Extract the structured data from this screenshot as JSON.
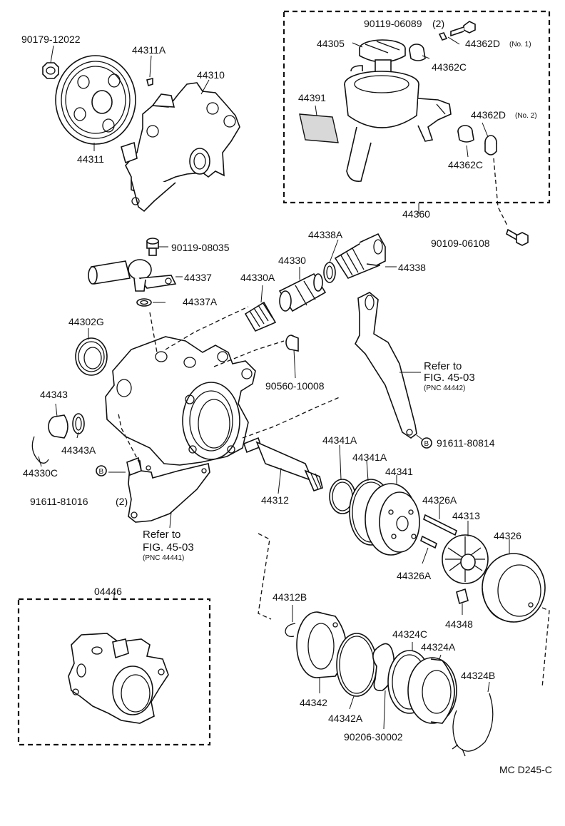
{
  "parts": {
    "p90179_12022": "90179-12022",
    "p44311A": "44311A",
    "p44310": "44310",
    "p44311": "44311",
    "p90119_06089": "90119-06089",
    "p90119_06089_qty": "(2)",
    "p44305": "44305",
    "p44362D_1": "44362D",
    "p44362D_1_note": "(No. 1)",
    "p44362C_top": "44362C",
    "p44391": "44391",
    "p44362D_2": "44362D",
    "p44362D_2_note": "(No. 2)",
    "p44362C_bottom": "44362C",
    "p44360": "44360",
    "p90109_06108": "90109-06108",
    "p44338A": "44338A",
    "p44330": "44330",
    "p44338": "44338",
    "p44330A": "44330A",
    "p90119_08035": "90119-08035",
    "p44337": "44337",
    "p44337A": "44337A",
    "p44302G": "44302G",
    "p90560_10008": "90560-10008",
    "p44343": "44343",
    "p44343A": "44343A",
    "p44330C": "44330C",
    "p91611_81016": "91611-81016",
    "p91611_81016_qty": "(2)",
    "p91611_80814": "91611-80814",
    "p44341A_1": "44341A",
    "p44341A_2": "44341A",
    "p44341": "44341",
    "p44312": "44312",
    "p44326A_top": "44326A",
    "p44313": "44313",
    "p44326": "44326",
    "p44326A_bottom": "44326A",
    "p44348": "44348",
    "p04446": "04446",
    "p44312B": "44312B",
    "p44324C": "44324C",
    "p44324A": "44324A",
    "p44324B": "44324B",
    "p44342": "44342",
    "p44342A": "44342A",
    "p90206_30002": "90206-30002"
  },
  "bolt_marker": "B",
  "refs": {
    "ref1_line1": "Refer to",
    "ref1_line2": "FIG. 45-03",
    "ref1_line3": "(PNC 44442)",
    "ref2_line1": "Refer to",
    "ref2_line2": "FIG. 45-03",
    "ref2_line3": "(PNC 44441)"
  },
  "footer": {
    "code": "MC  D245-C"
  }
}
